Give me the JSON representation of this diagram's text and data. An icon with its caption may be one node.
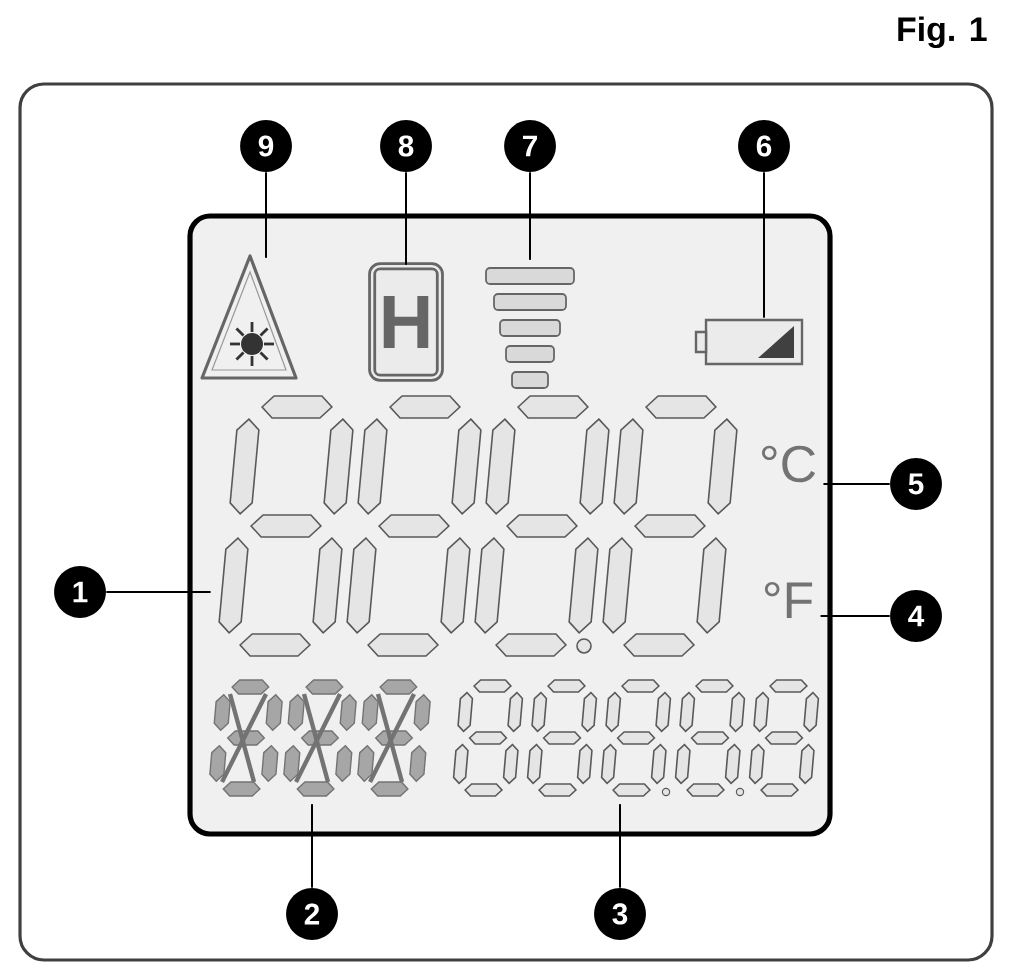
{
  "diagram": {
    "title": "Fig. 1",
    "nodes": [
      {
        "text": [
          "9"
        ]
      },
      {
        "text": [
          "8"
        ]
      },
      {
        "text": [
          "7"
        ]
      },
      {
        "text": [
          "6"
        ]
      },
      {
        "text": [
          "5"
        ]
      },
      {
        "text": [
          "1"
        ]
      },
      {
        "text": [
          "4"
        ]
      },
      {
        "text": [
          "2"
        ]
      },
      {
        "text": [
          "3"
        ]
      },
      {
        "text": [],
        "shape": "picture"
      },
      {
        "text": [
          "H"
        ]
      },
      {
        "text": [],
        "shape": "picture"
      },
      {
        "text": [],
        "shape": "picture"
      },
      {
        "text": [
          "°C"
        ]
      },
      {
        "text": [],
        "shape": "picture"
      },
      {
        "text": [
          "°F"
        ]
      },
      {
        "text": [],
        "shape": "picture"
      },
      {
        "text": [],
        "shape": "picture"
      }
    ],
    "edges": [
      {
        "from": 0,
        "to": 9,
        "arrow": "none"
      },
      {
        "from": 1,
        "to": 10,
        "arrow": "none"
      },
      {
        "from": 2,
        "to": 11,
        "arrow": "none"
      },
      {
        "from": 3,
        "to": 12,
        "arrow": "none"
      },
      {
        "from": 4,
        "to": 13,
        "arrow": "none"
      },
      {
        "from": 5,
        "to": 14,
        "arrow": "none"
      },
      {
        "from": 6,
        "to": 15,
        "arrow": "none"
      },
      {
        "from": 7,
        "to": 16,
        "arrow": "none"
      },
      {
        "from": 8,
        "to": 17,
        "arrow": "none"
      }
    ]
  }
}
